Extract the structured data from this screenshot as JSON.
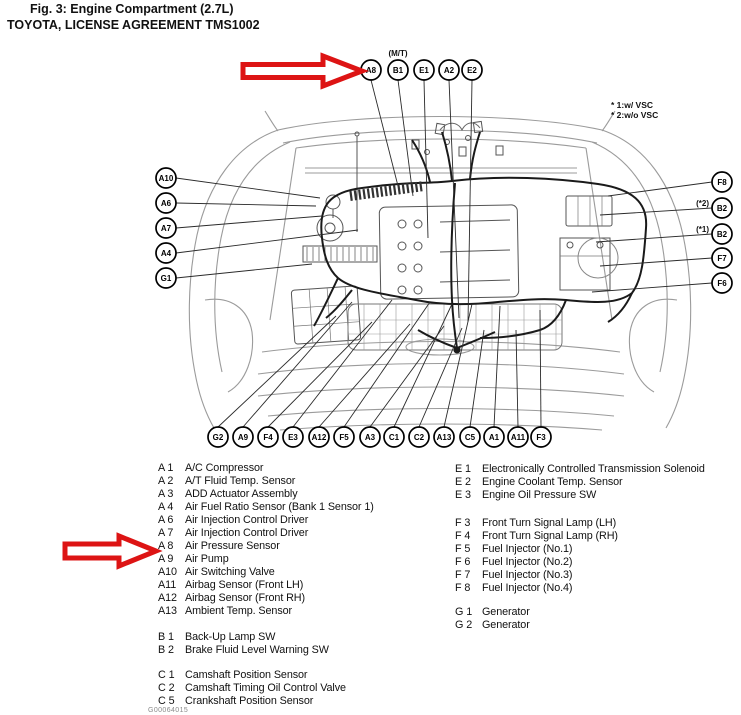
{
  "header": {
    "line1": "Fig. 3: Engine Compartment (2.7L)",
    "line2": "TOYOTA, LICENSE AGREEMENT TMS1002"
  },
  "notes": {
    "mt": "(M/T)",
    "vsc1": "* 1:w/ VSC",
    "vsc2": "* 2:w/o VSC",
    "star2": "(*2)",
    "star1": "(*1)",
    "watermark": "G00064015"
  },
  "colors": {
    "arrow_red": "#dd1414",
    "line_black": "#1a1a1a",
    "body_gray": "#9b9b9b"
  },
  "callouts": {
    "top": [
      "A8",
      "B1",
      "E1",
      "A2",
      "E2"
    ],
    "left": [
      "A10",
      "A6",
      "A7",
      "A4",
      "G1"
    ],
    "right": [
      "F8",
      "B2",
      "B2",
      "F7",
      "F6"
    ],
    "bottom": [
      "G2",
      "A9",
      "F4",
      "E3",
      "A12",
      "F5",
      "A3",
      "C1",
      "C2",
      "A13",
      "C5",
      "A1",
      "A11",
      "F3"
    ]
  },
  "legend": {
    "left_groups": [
      {
        "rows": [
          {
            "label": "A 1",
            "name": "A/C Compressor"
          },
          {
            "label": "A 2",
            "name": "A/T Fluid Temp. Sensor"
          },
          {
            "label": "A 3",
            "name": "ADD Actuator Assembly"
          },
          {
            "label": "A 4",
            "name": "Air Fuel Ratio Sensor (Bank 1 Sensor 1)"
          },
          {
            "label": "A 6",
            "name": "Air Injection Control Driver"
          },
          {
            "label": "A 7",
            "name": "Air Injection Control Driver"
          },
          {
            "label": "A 8",
            "name": "Air Pressure Sensor"
          },
          {
            "label": "A 9",
            "name": "Air Pump"
          },
          {
            "label": "A10",
            "name": "Air Switching Valve"
          },
          {
            "label": "A11",
            "name": "Airbag Sensor (Front LH)"
          },
          {
            "label": "A12",
            "name": "Airbag Sensor (Front RH)"
          },
          {
            "label": "A13",
            "name": "Ambient Temp. Sensor"
          }
        ]
      },
      {
        "rows": [
          {
            "label": "B 1",
            "name": "Back-Up Lamp SW"
          },
          {
            "label": "B 2",
            "name": "Brake Fluid Level Warning SW"
          }
        ]
      },
      {
        "rows": [
          {
            "label": "C 1",
            "name": "Camshaft Position Sensor"
          },
          {
            "label": "C 2",
            "name": "Camshaft Timing Oil Control Valve"
          },
          {
            "label": "C 5",
            "name": "Crankshaft Position Sensor"
          }
        ]
      }
    ],
    "right_groups": [
      {
        "rows": [
          {
            "label": "E 1",
            "name": "Electronically Controlled Transmission Solenoid"
          },
          {
            "label": "E 2",
            "name": "Engine Coolant Temp. Sensor"
          },
          {
            "label": "E 3",
            "name": "Engine Oil Pressure SW"
          }
        ]
      },
      {
        "rows": [
          {
            "label": "F 3",
            "name": "Front Turn Signal Lamp (LH)"
          },
          {
            "label": "F 4",
            "name": "Front Turn Signal Lamp (RH)"
          },
          {
            "label": "F 5",
            "name": "Fuel Injector (No.1)"
          },
          {
            "label": "F 6",
            "name": "Fuel Injector (No.2)"
          },
          {
            "label": "F 7",
            "name": "Fuel Injector (No.3)"
          },
          {
            "label": "F 8",
            "name": "Fuel Injector (No.4)"
          }
        ]
      },
      {
        "rows": [
          {
            "label": "G 1",
            "name": "Generator"
          },
          {
            "label": "G 2",
            "name": "Generator"
          }
        ]
      }
    ]
  }
}
